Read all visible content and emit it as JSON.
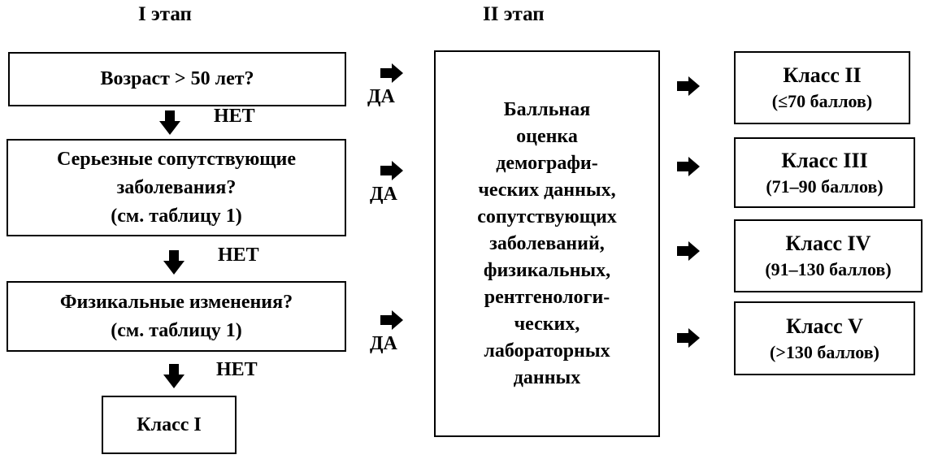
{
  "diagram": {
    "stage1_heading": "I этап",
    "stage2_heading": "II этап",
    "q_age": "Возраст > 50 лет?",
    "q_comorbid": [
      "Серьезные сопутствующие",
      "заболевания?",
      "(см. таблицу 1)"
    ],
    "q_physical": [
      "Физикальные изменения?",
      "(см. таблицу 1)"
    ],
    "class1": "Класс I",
    "no_label": "НЕТ",
    "yes_label": "ДА",
    "scoring_box": [
      "Балльная",
      "оценка",
      "демографи-",
      "ческих данных,",
      "сопутствующих",
      "заболеваний,",
      "физикальных,",
      "рентгенологи-",
      "ческих,",
      "лабораторных",
      "данных"
    ],
    "classes": [
      {
        "title": "Класс II",
        "range": "(≤70 баллов)"
      },
      {
        "title": "Класс III",
        "range": "(71–90 баллов)"
      },
      {
        "title": "Класс IV",
        "range": "(91–130 баллов)"
      },
      {
        "title": "Класс V",
        "range": "(>130 баллов)"
      }
    ]
  }
}
